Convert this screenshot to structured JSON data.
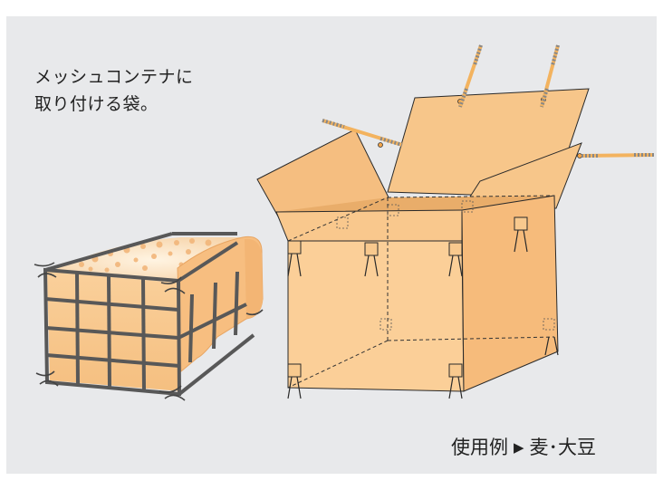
{
  "caption": {
    "line1": "メッシュコンテナに",
    "line2": "取り付ける袋。"
  },
  "usage": {
    "label": "使用例",
    "arrow": "▶",
    "items": "麦･大豆"
  },
  "colors": {
    "background": "#e8e9eb",
    "bag": "#f9c88d",
    "bag_shadow": "#e8a562",
    "mesh": "#5a5a5a",
    "outline": "#2a2a2a"
  },
  "icons": [
    "mesh-container-illustration",
    "open-bag-illustration",
    "ring-pole-icon"
  ]
}
